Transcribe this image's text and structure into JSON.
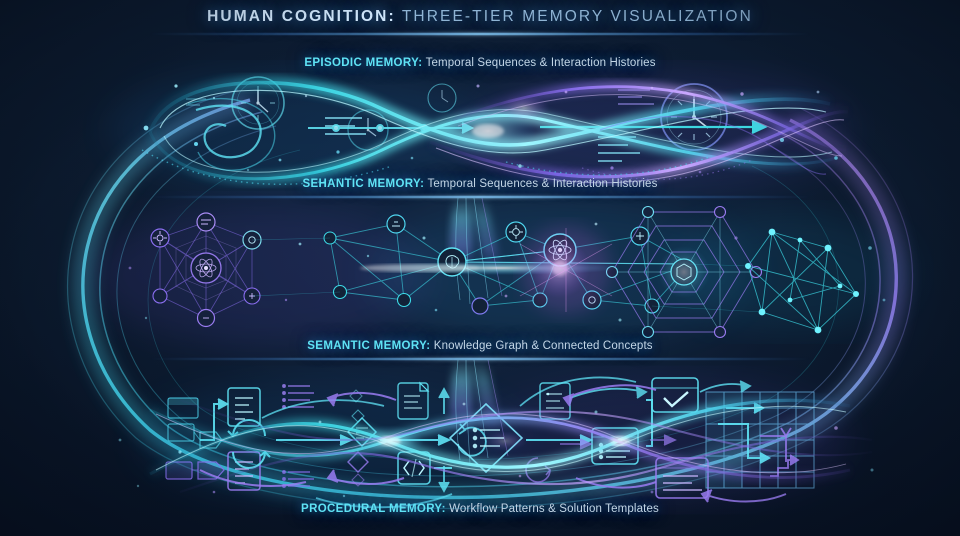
{
  "header": {
    "title_bold": "HUMAN COGNITION:",
    "title_rest": " THREE-TIER MEMORY VISUALIZATION"
  },
  "tiers": [
    {
      "id": "episodic",
      "label_bold": "EPISODIC MEMORY:",
      "label_rest": " Temporal Sequences & Interaction Histories",
      "motif": "infinity-ribbon-with-clocks",
      "icons": [
        "clock-icon",
        "clock-icon",
        "clock-icon",
        "timeline-arrow-icon",
        "text-lines-icon",
        "text-lines-icon"
      ],
      "accent": "#3ddbe8"
    },
    {
      "id": "semantic-top",
      "label_bold": "SEHANTIC MEMORY:",
      "label_rest": " Temporal Sequences & Interaction Histories",
      "motif": "divider-caption",
      "icons": [],
      "accent": "#5fe3f5"
    },
    {
      "id": "semantic",
      "label_bold": "SEMANTIC MEMORY:",
      "label_rest": " Knowledge Graph & Connected Concepts",
      "motif": "node-link-knowledge-graph",
      "icons": [
        "brain-icon",
        "atom-icon",
        "gear-icon",
        "network-node-icon",
        "hexagon-lattice-icon",
        "polyhedron-cluster-icon"
      ],
      "accent": "#4fd6ef"
    },
    {
      "id": "procedural",
      "label_bold": "PROCEDURAL MEMORY:",
      "label_rest": " Workflow Patterns & Solution Templates",
      "motif": "flowchart-workflow-diagram",
      "icons": [
        "document-icon",
        "list-icon",
        "diamond-decision-icon",
        "refresh-cycle-icon",
        "code-brackets-icon",
        "checkmark-window-icon",
        "grid-table-icon",
        "staircase-arrow-icon",
        "process-box-icon"
      ],
      "accent": "#7f7bf0"
    }
  ],
  "palette": {
    "background": "#0a1526",
    "cyan": "#3ddbe8",
    "bright_cyan": "#6ff3ff",
    "violet": "#8a6ef0",
    "magenta": "#c46ff0",
    "title_text": "#cfe6fb",
    "body_text": "#c3d6e6"
  }
}
